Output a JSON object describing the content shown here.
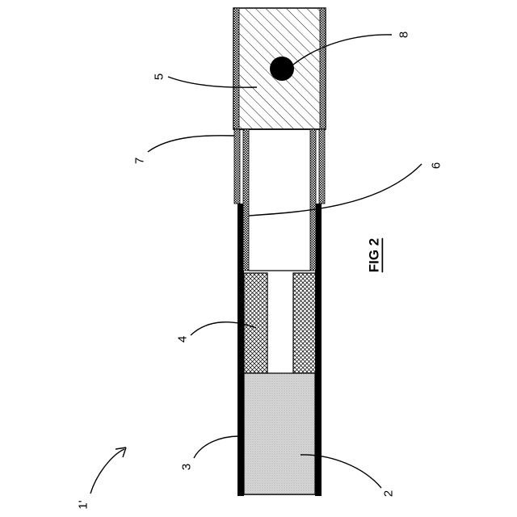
{
  "figure": {
    "title": "FIG 2",
    "labels": {
      "assembly": "1'",
      "reservoir": "2",
      "tube": "3",
      "heater": "4",
      "cap": "5",
      "channel": "6",
      "sleeve": "7",
      "hole": "8"
    }
  }
}
